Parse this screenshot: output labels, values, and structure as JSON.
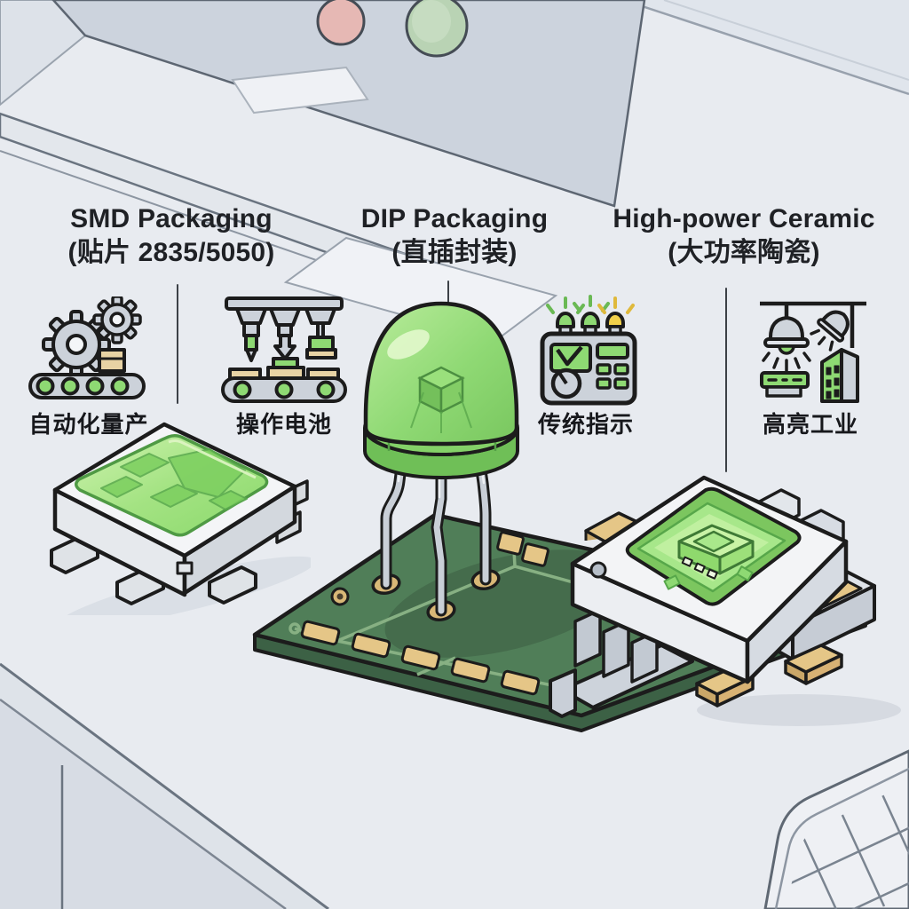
{
  "columns": [
    {
      "title_en": "SMD Packaging",
      "title_zh": "(贴片 2835/5050)"
    },
    {
      "title_en": "DIP Packaging",
      "title_zh": "(直插封装)"
    },
    {
      "title_en": "High-power Ceramic",
      "title_zh": "(大功率陶瓷)"
    }
  ],
  "features": [
    {
      "label": "自动化量产",
      "icon": "automation-gears-conveyor-icon"
    },
    {
      "label": "操作电池",
      "icon": "pick-and-place-machine-icon"
    },
    {
      "label": "传统指示",
      "icon": "indicator-control-panel-icon"
    },
    {
      "label": "高亮工业",
      "icon": "industrial-lighting-icon"
    }
  ],
  "illustrations": [
    {
      "name": "smd-led-package-2835-5050"
    },
    {
      "name": "dip-led-through-hole-on-pcb"
    },
    {
      "name": "high-power-ceramic-led-package"
    }
  ],
  "colors": {
    "background": "#e8ebf0",
    "outline": "#1c1c1c",
    "led_green": "#8fd974",
    "led_green_light": "#c9f2a9",
    "panel_green": "#8ed973",
    "pcb_green": "#507e58",
    "pcb_trace": "#87b083",
    "pad_gold": "#e5c687",
    "metal_gray": "#ccd2da",
    "indicator_yellow": "#f2d14a",
    "machine_button_pink": "#e6b8b4",
    "machine_button_green": "#b9d3b4",
    "text": "#1f2125"
  }
}
